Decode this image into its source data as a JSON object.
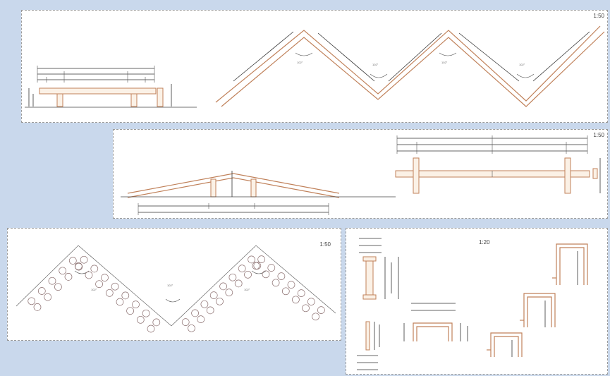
{
  "panels": {
    "top": {
      "scale": "1:50"
    },
    "middle": {
      "scale": "1:50"
    },
    "bottom_left": {
      "scale": "1:50"
    },
    "bottom_right": {
      "scale": "1:20"
    }
  }
}
